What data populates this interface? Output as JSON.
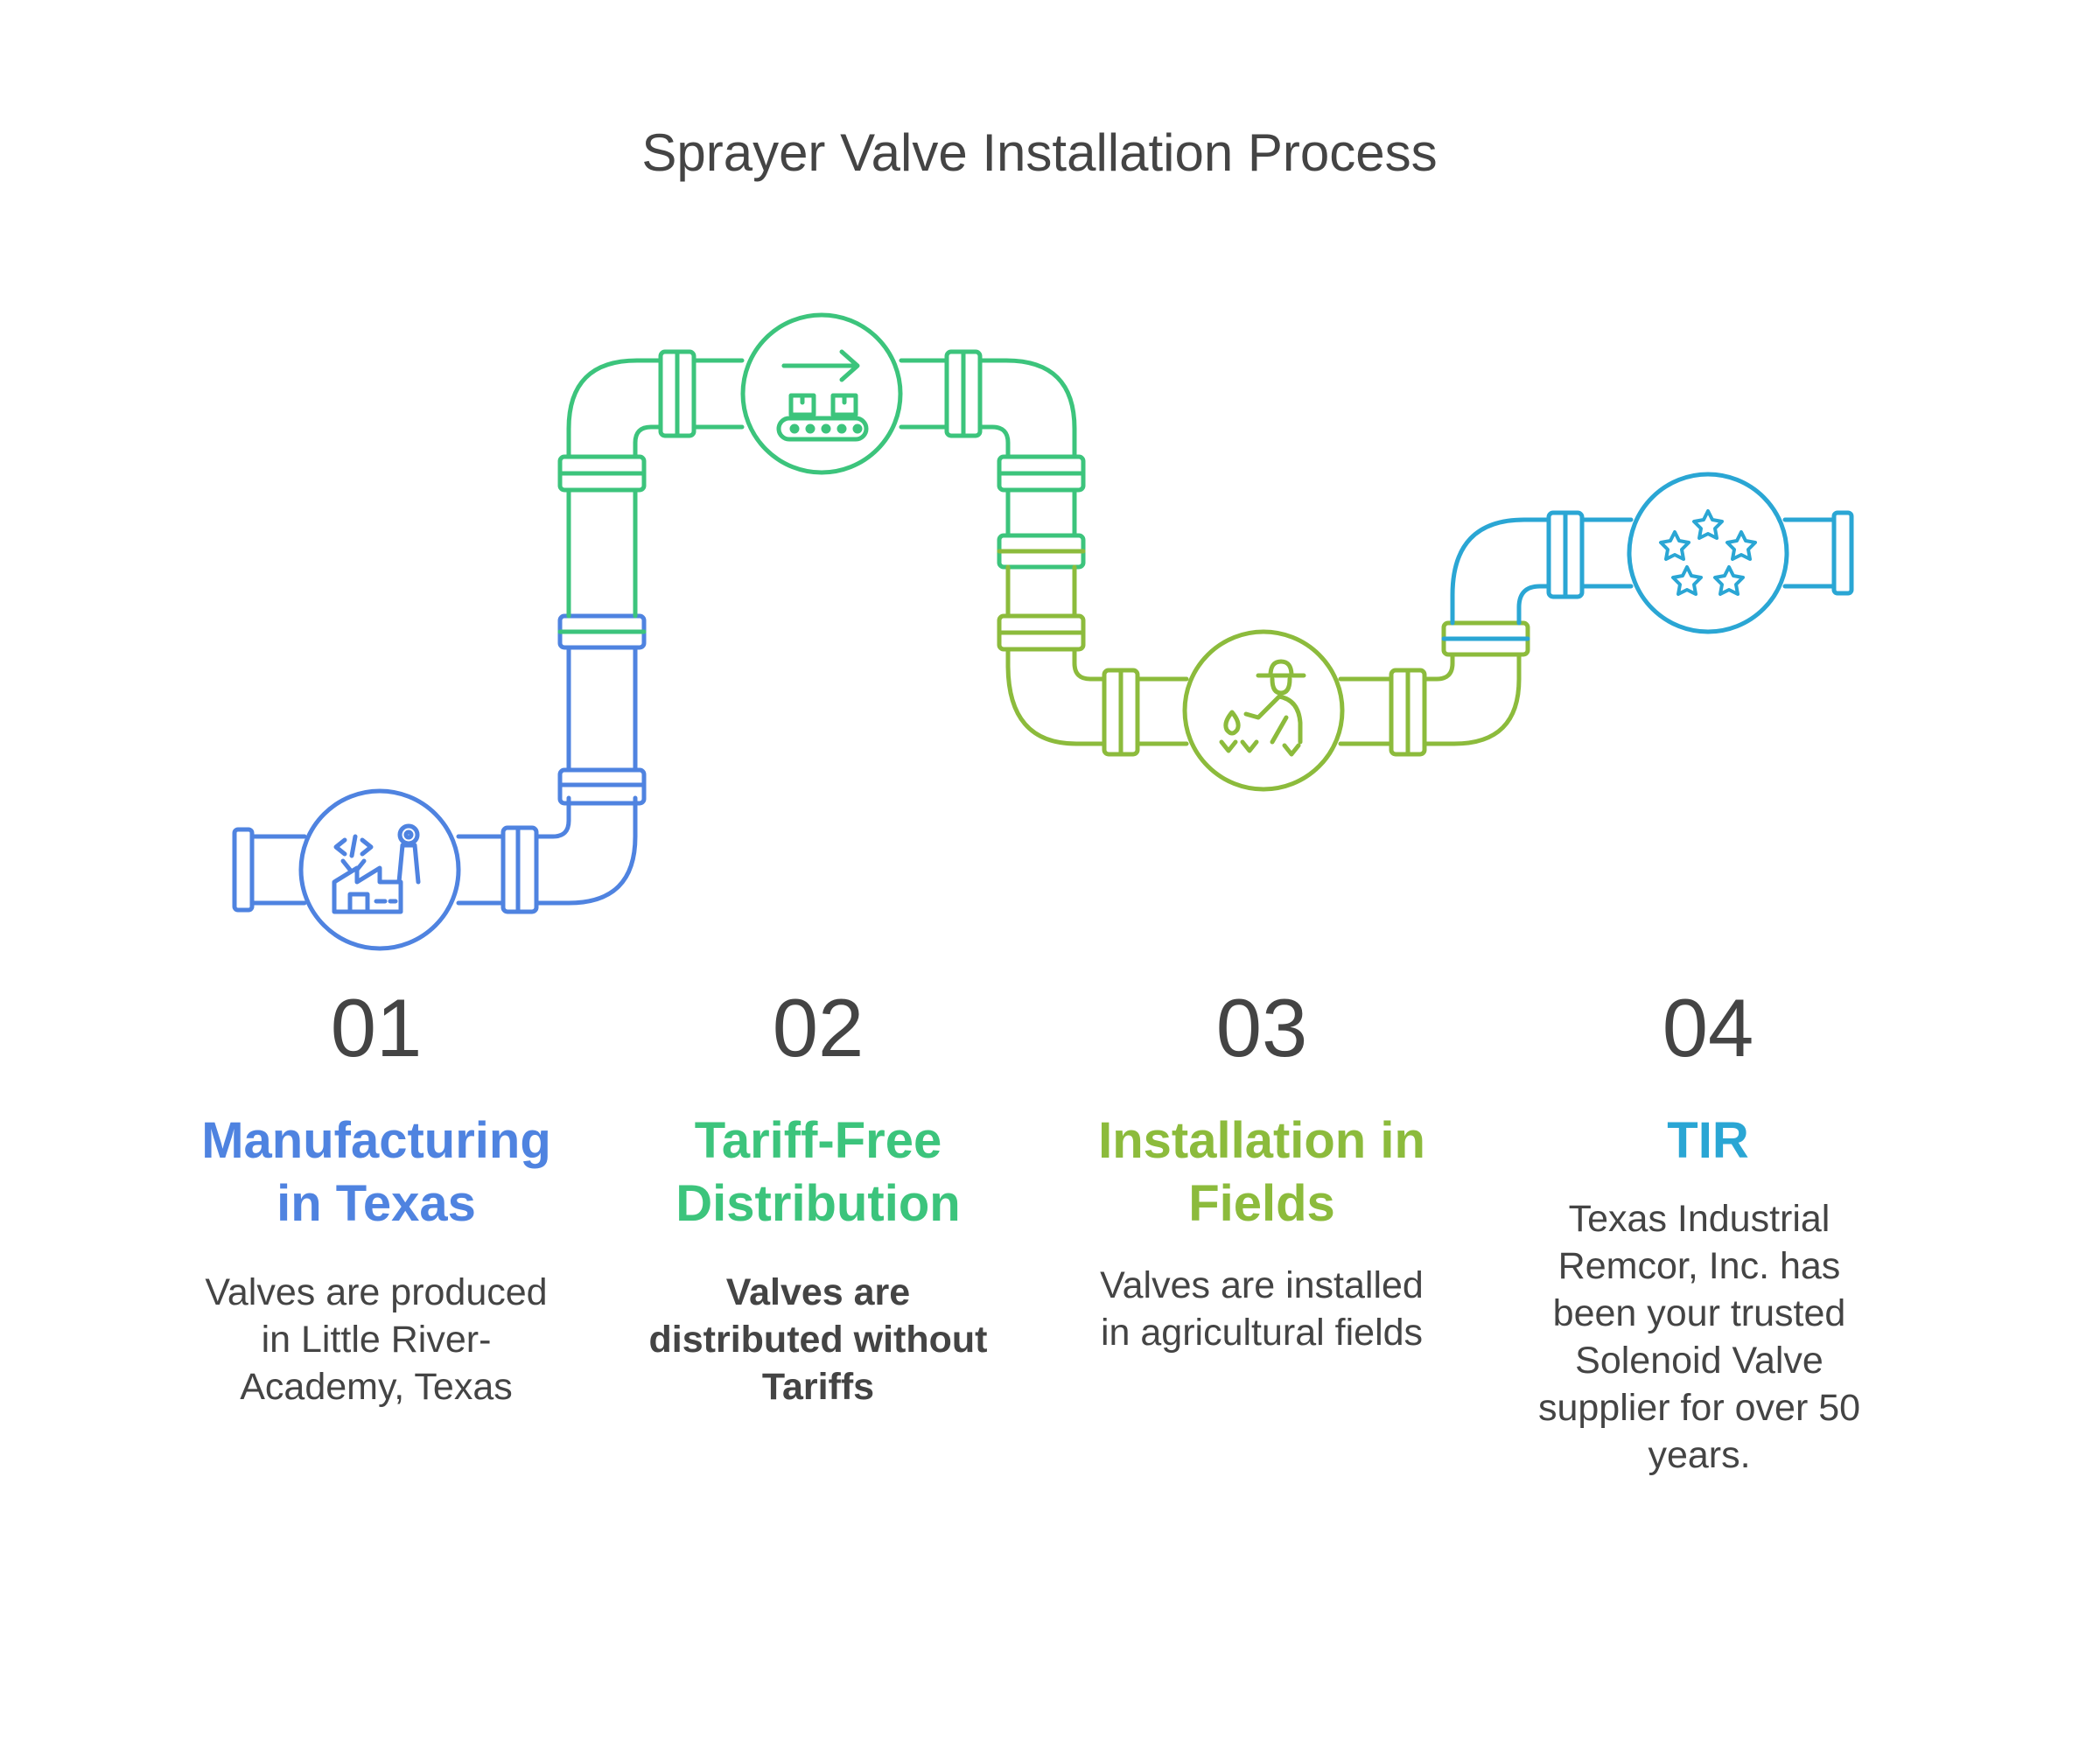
{
  "title": "Sprayer Valve Installation Process",
  "colors": {
    "step1": "#4f83e0",
    "step2": "#3cc47c",
    "step3": "#8cbb3c",
    "step4": "#2aa6d4"
  },
  "steps": [
    {
      "number": "01",
      "heading_line1": "Manufacturing",
      "heading_line2": "in Texas",
      "desc_line1": "Valves are produced",
      "desc_line2": "in Little River-",
      "desc_line3": "Academy, Texas",
      "icon": "factory-icon"
    },
    {
      "number": "02",
      "heading_line1": "Tariff-Free",
      "heading_line2": "Distribution",
      "desc_line1": "Valves are",
      "desc_line2": "distributed without",
      "desc_line3": "Tariffs",
      "icon": "conveyor-icon"
    },
    {
      "number": "03",
      "heading_line1": "Installation in",
      "heading_line2": "Fields",
      "desc_line1": "Valves are installed",
      "desc_line2": "in agricultural fields",
      "icon": "farmer-icon"
    },
    {
      "number": "04",
      "heading_line1": "TIR",
      "desc_line1": "Texas Industrial",
      "desc_line2": "Remcor, Inc. has",
      "desc_line3": "been your trusted",
      "desc_line4": "Solenoid Valve",
      "desc_line5": "supplier for over 50",
      "desc_line6": "years.",
      "icon": "stars-icon"
    }
  ]
}
